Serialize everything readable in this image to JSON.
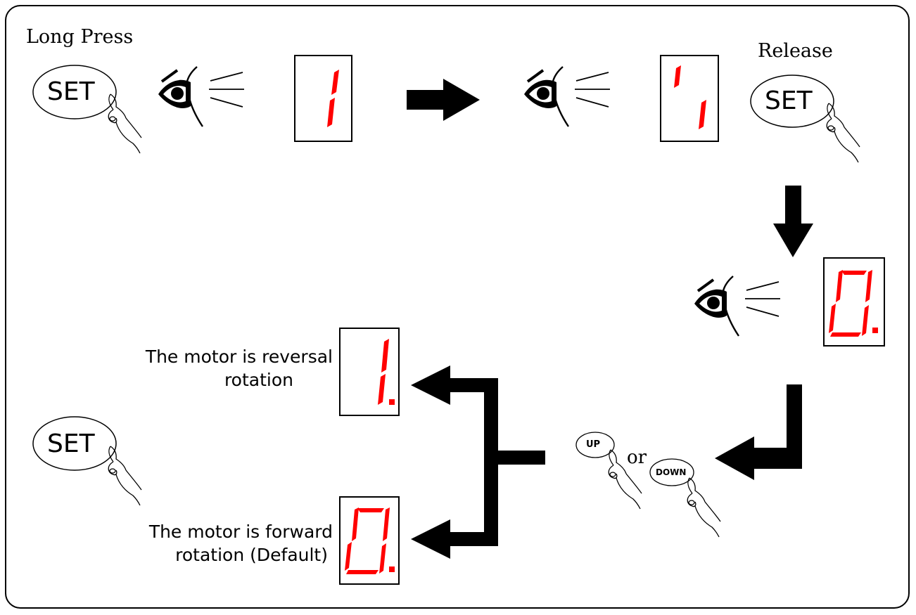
{
  "steps": {
    "long_press_label": "Long Press",
    "release_label": "Release",
    "or_label": "or"
  },
  "buttons": {
    "set": "SET",
    "up": "UP",
    "down": "DOWN"
  },
  "displays": {
    "d1": "1",
    "d2": "1",
    "d3": "0.",
    "reverse": "1.",
    "forward": "0."
  },
  "descriptions": {
    "reverse_line1": "The motor is reversal",
    "reverse_line2": "rotation",
    "forward_line1": "The motor is forward",
    "forward_line2": "rotation (Default)"
  },
  "colors": {
    "segment_on": "#ff0000",
    "ink": "#000000"
  }
}
